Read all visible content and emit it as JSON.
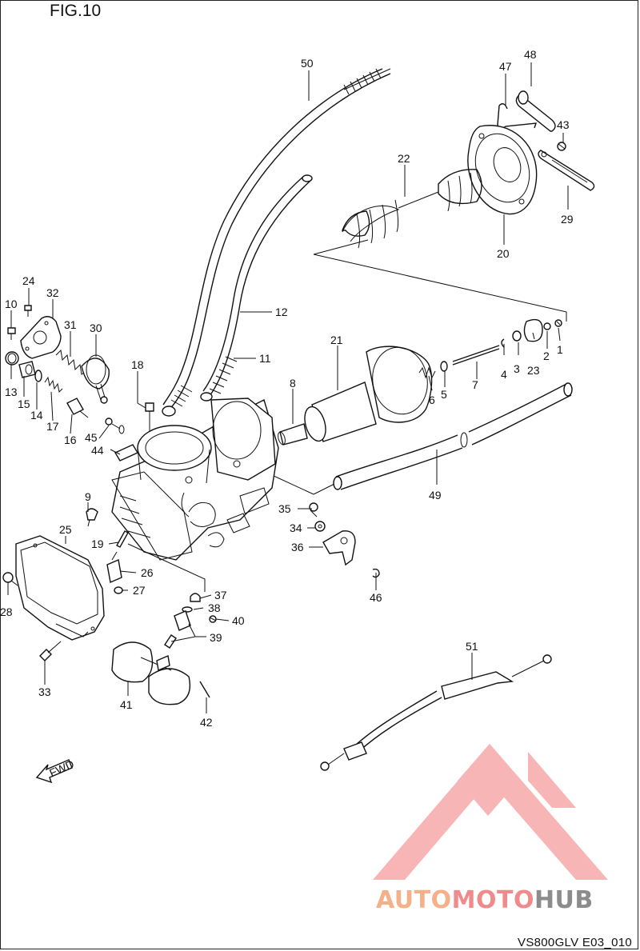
{
  "figure": {
    "title": "FIG.10",
    "code": "VS800GLV E03_010",
    "fwd_label": "FWD"
  },
  "watermark": {
    "part1": "AUTO",
    "part2": "MOTO",
    "part3": "HUB",
    "colors": {
      "auto": "#f5b08a",
      "moto": "#f08b8b",
      "hub": "#8c8c8c",
      "logo": "#f7a3a3"
    }
  },
  "labels": {
    "p1": "1",
    "p2": "2",
    "p3": "3",
    "p4": "4",
    "p5": "5",
    "p6": "6",
    "p7": "7",
    "p8": "8",
    "p9": "9",
    "p10": "10",
    "p11": "11",
    "p12": "12",
    "p13": "13",
    "p14": "14",
    "p15": "15",
    "p16": "16",
    "p17": "17",
    "p18": "18",
    "p19": "19",
    "p20": "20",
    "p21": "21",
    "p22": "22",
    "p23": "23",
    "p24": "24",
    "p25": "25",
    "p26": "26",
    "p27": "27",
    "p28": "28",
    "p29": "29",
    "p30": "30",
    "p31": "31",
    "p32": "32",
    "p33": "33",
    "p34": "34",
    "p35": "35",
    "p36": "36",
    "p37": "37",
    "p38": "38",
    "p39": "39",
    "p40": "40",
    "p41": "41",
    "p42": "42",
    "p43": "43",
    "p44": "44",
    "p45": "45",
    "p46": "46",
    "p47": "47",
    "p48": "48",
    "p49": "49",
    "p50": "50",
    "p51": "51"
  }
}
